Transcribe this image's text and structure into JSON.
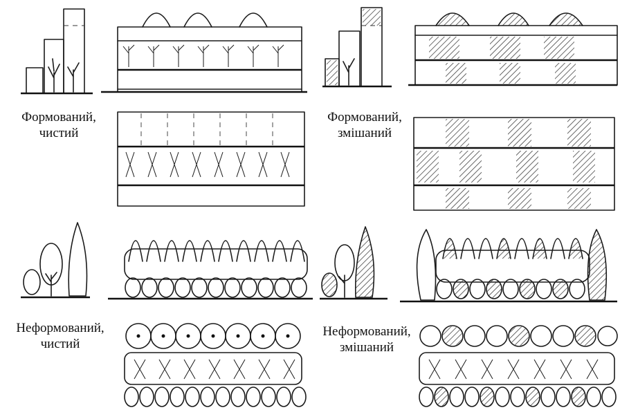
{
  "labels": {
    "formed_pure_1": "Формований,",
    "formed_pure_2": "чистий",
    "formed_mixed_1": "Формований,",
    "formed_mixed_2": "змішаний",
    "informal_pure_1": "Неформований,",
    "informal_pure_2": "чистий",
    "informal_mixed_1": "Неформований,",
    "informal_mixed_2": "змішаний"
  }
}
